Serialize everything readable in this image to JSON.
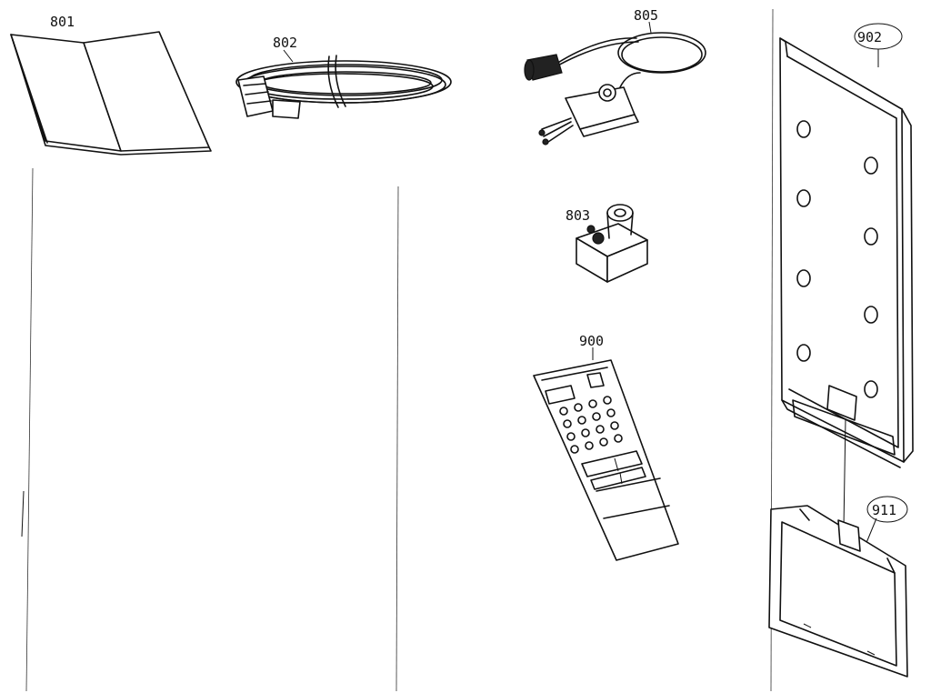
{
  "parts": [
    {
      "id": "manual",
      "label": "801"
    },
    {
      "id": "cable",
      "label": "802"
    },
    {
      "id": "adapter",
      "label": "803"
    },
    {
      "id": "antenna-lead",
      "label": "805"
    },
    {
      "id": "remote",
      "label": "900"
    },
    {
      "id": "back-cover",
      "label": "902"
    },
    {
      "id": "battery-cover",
      "label": "911"
    }
  ]
}
